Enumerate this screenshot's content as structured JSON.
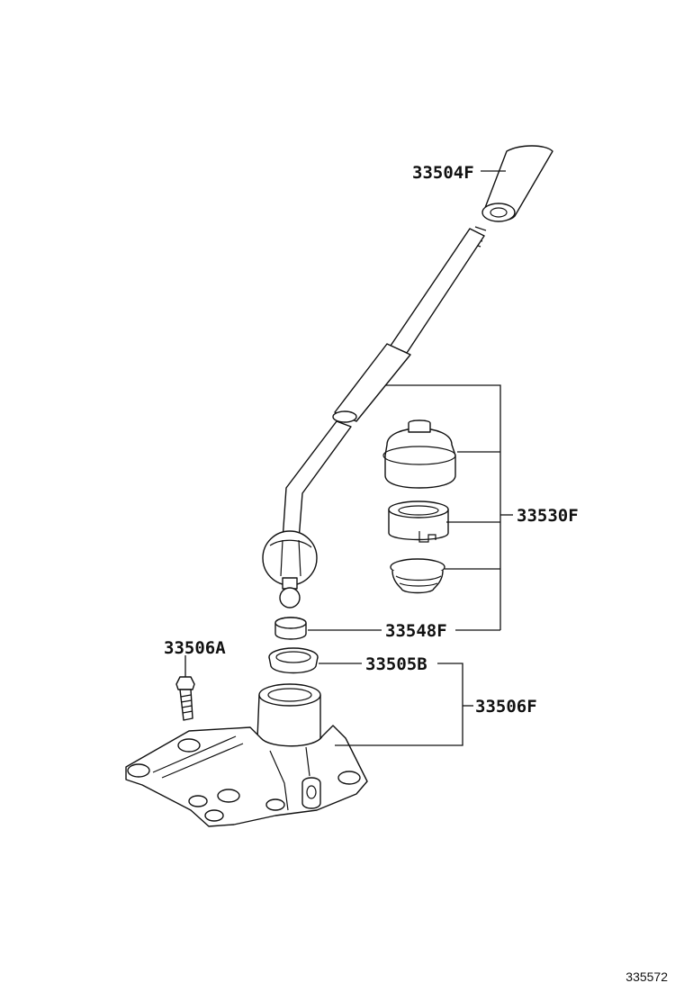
{
  "callouts": {
    "knob": "33504F",
    "boot_set": "33530F",
    "bushing": "33548F",
    "seat": "33505B",
    "bolt": "33506A",
    "retainer": "33506F"
  },
  "figure_id": "335572"
}
